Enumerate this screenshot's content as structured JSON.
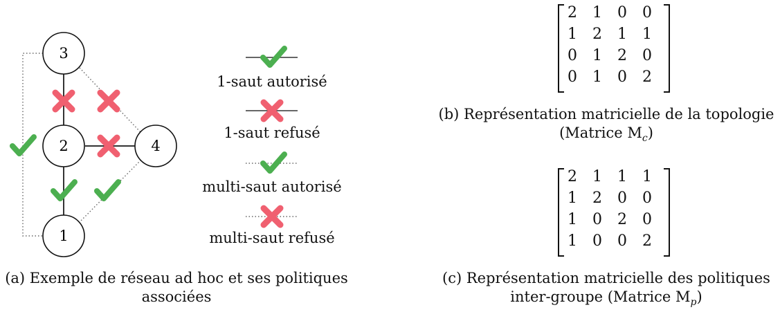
{
  "nodes": [
    {
      "id": "3",
      "label": "3"
    },
    {
      "id": "2",
      "label": "2"
    },
    {
      "id": "4",
      "label": "4"
    },
    {
      "id": "1",
      "label": "1"
    }
  ],
  "edges": [
    {
      "from": "3",
      "to": "2",
      "kind": "1-hop",
      "status": "refused"
    },
    {
      "from": "3",
      "to": "4",
      "kind": "multi-hop",
      "status": "refused"
    },
    {
      "from": "2",
      "to": "4",
      "kind": "1-hop",
      "status": "refused"
    },
    {
      "from": "3",
      "to": "1",
      "kind": "multi-hop",
      "status": "allowed"
    },
    {
      "from": "2",
      "to": "1",
      "kind": "1-hop",
      "status": "allowed"
    },
    {
      "from": "1",
      "to": "4",
      "kind": "multi-hop",
      "status": "allowed"
    }
  ],
  "legend": [
    {
      "label": "1-saut autorisé",
      "kind": "1-hop",
      "status": "allowed"
    },
    {
      "label": "1-saut refusé",
      "kind": "1-hop",
      "status": "refused"
    },
    {
      "label": "multi-saut autorisé",
      "kind": "multi-hop",
      "status": "allowed"
    },
    {
      "label": "multi-saut refusé",
      "kind": "multi-hop",
      "status": "refused"
    }
  ],
  "captions": {
    "a_line1": "(a) Exemple de réseau ad hoc et ses politiques",
    "a_line2": "associées",
    "b_line1": "(b) Représentation matricielle de la topologie",
    "b_line2": "(Matrice M",
    "b_sub": "c",
    "b_end": ")",
    "c_line1": "(c) Représentation matricielle des politiques",
    "c_line2": "inter-groupe (Matrice M",
    "c_sub": "p",
    "c_end": ")"
  },
  "matrix_mc": [
    "2",
    "1",
    "0",
    "0",
    "1",
    "2",
    "1",
    "1",
    "0",
    "1",
    "2",
    "0",
    "0",
    "1",
    "0",
    "2"
  ],
  "matrix_mp": [
    "2",
    "1",
    "1",
    "1",
    "1",
    "2",
    "0",
    "0",
    "1",
    "0",
    "2",
    "0",
    "1",
    "0",
    "0",
    "2"
  ],
  "colors": {
    "allowed": "#4caf50",
    "refused": "#f06070",
    "line": "#333333"
  }
}
